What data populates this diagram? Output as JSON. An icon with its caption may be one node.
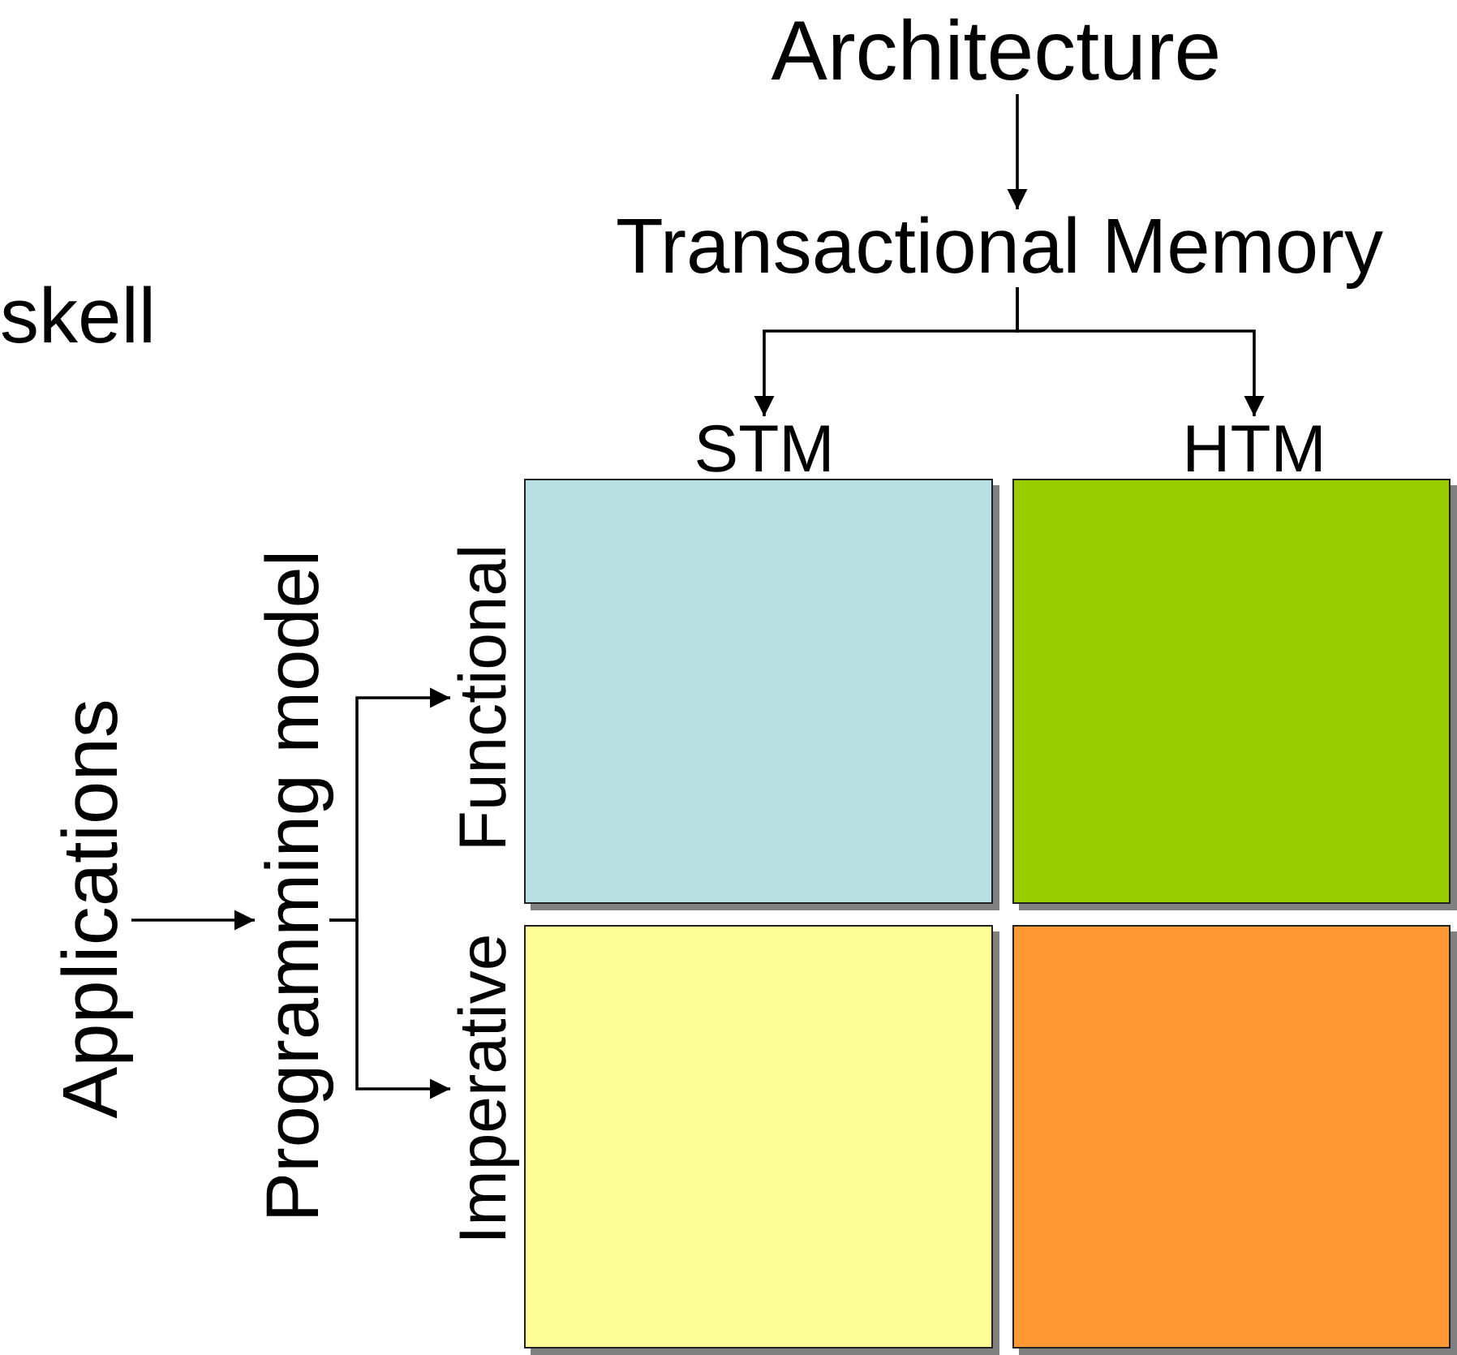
{
  "diagram": {
    "nodes": [
      {
        "text": [
          "Architecture"
        ]
      },
      {
        "text": [
          "Transactional Memory"
        ]
      },
      {
        "text": [
          "STM"
        ]
      },
      {
        "text": [
          "HTM"
        ]
      },
      {
        "text": [
          "Applications"
        ]
      },
      {
        "text": [
          "Programming model"
        ]
      },
      {
        "text": [
          "Functional"
        ]
      },
      {
        "text": [
          "Imperative"
        ]
      },
      {
        "text": [],
        "shape": "box"
      },
      {
        "text": [],
        "shape": "box"
      },
      {
        "text": [],
        "shape": "box"
      },
      {
        "text": [],
        "shape": "box"
      }
    ],
    "edges": [
      {
        "from": 0,
        "to": 1,
        "arrow": "to"
      },
      {
        "from": 1,
        "to": 2,
        "arrow": "to"
      },
      {
        "from": 1,
        "to": 3,
        "arrow": "to"
      },
      {
        "from": 4,
        "to": 5,
        "arrow": "to"
      },
      {
        "from": 5,
        "to": 6,
        "arrow": "to"
      },
      {
        "from": 5,
        "to": 7,
        "arrow": "to"
      }
    ],
    "labels": [
      "skell"
    ]
  }
}
